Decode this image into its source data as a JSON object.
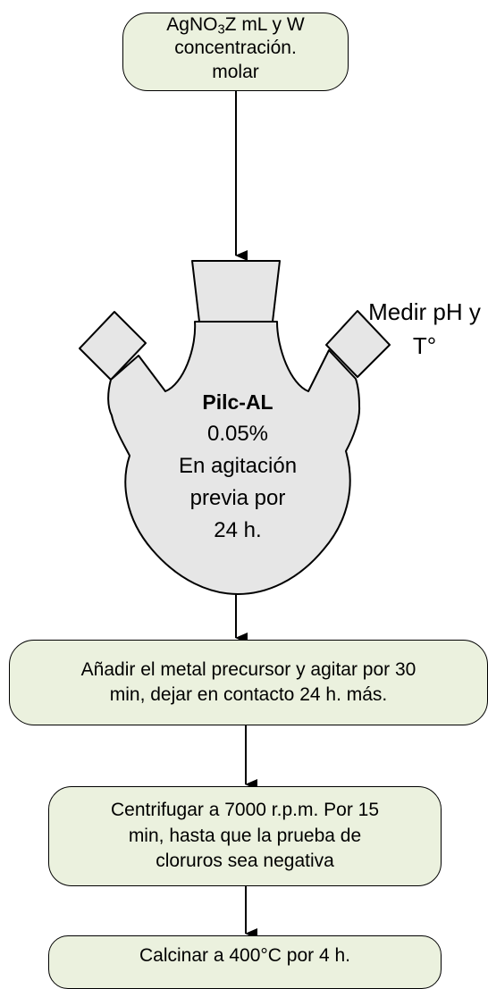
{
  "reagent": {
    "line1_a": "AgNO",
    "line1_sub": "3",
    "line1_b": "Z mL   y W",
    "line2": "concentración.",
    "line3": "molar"
  },
  "flask": {
    "title": "Pilc-AL",
    "line1": "0.05%",
    "line2": "En agitación",
    "line3": "previa por",
    "line4": "24 h."
  },
  "side_note": {
    "line1": "Medir pH y",
    "line2": "T°"
  },
  "steps": {
    "step1": {
      "line1": "Añadir el metal precursor y  agitar por 30",
      "line2": "min, dejar en contacto 24 h. más."
    },
    "step2": {
      "line1": "Centrifugar a 7000 r.p.m. Por 15",
      "line2": "min, hasta que la prueba de",
      "line3": "cloruros sea negativa"
    },
    "step3": {
      "line1": "Calcinar a 400°C por 4 h."
    }
  },
  "colors": {
    "box_fill": "#ebf1de",
    "flask_fill": "#e6e6e6",
    "stroke": "#000000"
  }
}
